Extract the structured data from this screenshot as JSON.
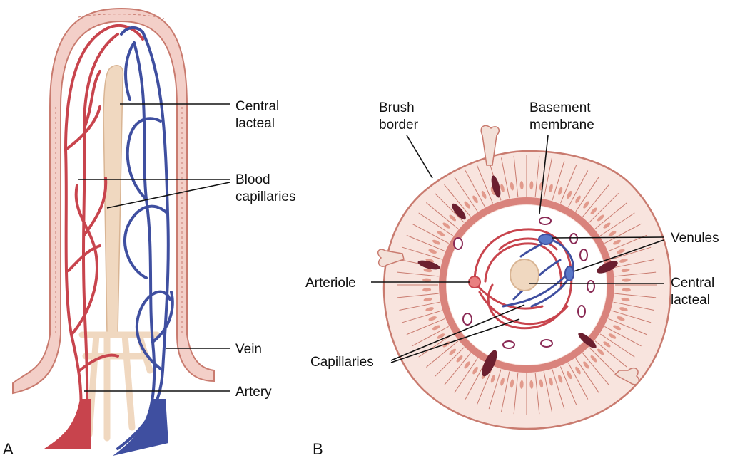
{
  "panel_a": {
    "letter": "A",
    "labels": {
      "central_lacteal": [
        "Central",
        "lacteal"
      ],
      "blood_capillaries": [
        "Blood",
        "capillaries"
      ],
      "vein": "Vein",
      "artery": "Artery"
    }
  },
  "panel_b": {
    "letter": "B",
    "labels": {
      "brush_border": [
        "Brush",
        "border"
      ],
      "basement_membrane": [
        "Basement",
        "membrane"
      ],
      "venules": "Venules",
      "arteriole": "Arteriole",
      "central_lacteal": [
        "Central",
        "lacteal"
      ],
      "capillaries": "Capillaries"
    }
  },
  "colors": {
    "artery": "#c8444d",
    "vein": "#3f4fa0",
    "lacteal": "#f0d8c0",
    "epithelium": "#f3cfc8",
    "epithelium_outline": "#c97b6f",
    "basement_membrane": "#d9837c"
  }
}
